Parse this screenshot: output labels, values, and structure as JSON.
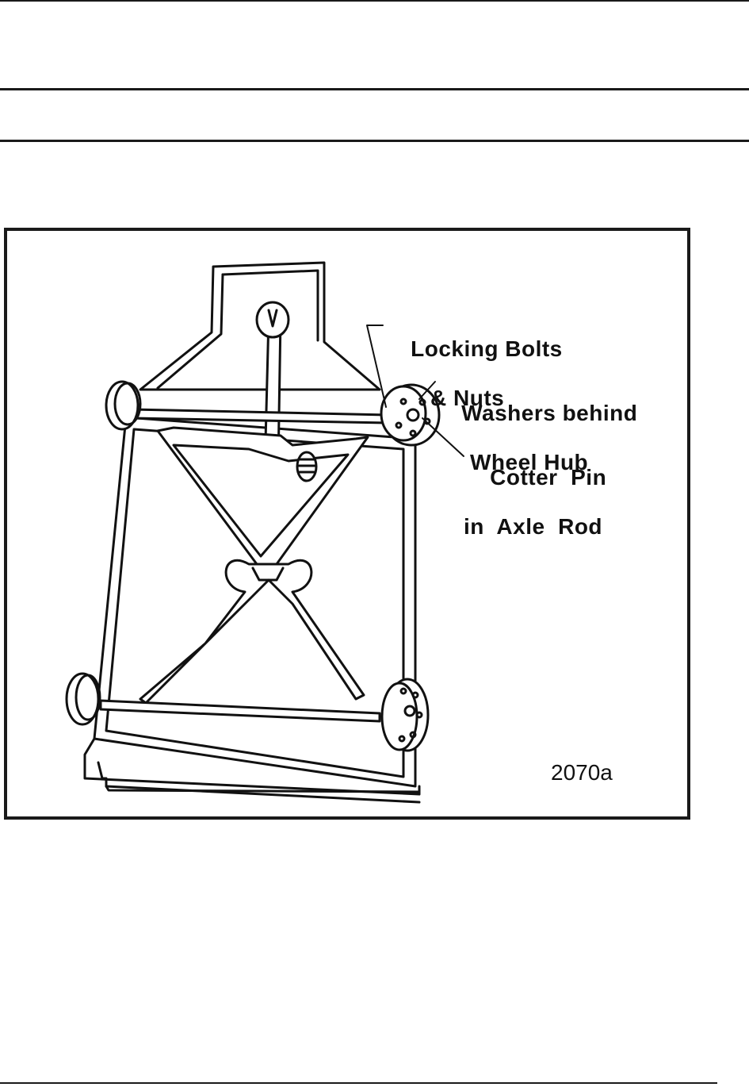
{
  "figure": {
    "callouts": {
      "locking_bolts": {
        "line1": "Locking Bolts",
        "line2": "& Nuts"
      },
      "washers": {
        "line1": "Washers behind",
        "line2": "Wheel Hub"
      },
      "cotter_pin": {
        "line1": "Cotter  Pin",
        "line2": "in  Axle  Rod"
      }
    },
    "figure_number": "2070a"
  }
}
